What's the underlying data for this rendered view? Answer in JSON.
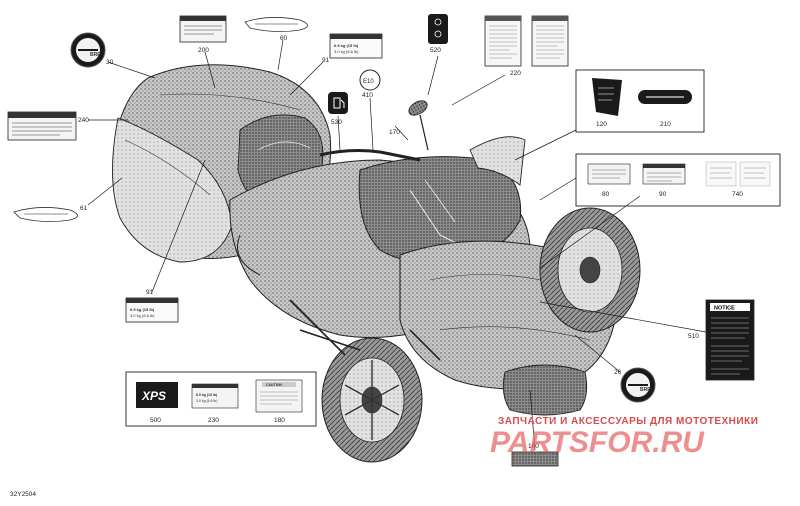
{
  "diagram": {
    "callouts": {
      "n30": "30",
      "n200": "200",
      "n60": "60",
      "n91a": "91",
      "n240": "240",
      "n61": "61",
      "n91b": "91",
      "n410": "410",
      "n530": "530",
      "n170": "170",
      "n520": "520",
      "n220": "220",
      "n120": "120",
      "n210": "210",
      "n80": "80",
      "n90": "90",
      "n740": "740",
      "n510": "510",
      "n26": "26",
      "n500": "500",
      "n230": "230",
      "n180": "180",
      "n160": "160"
    },
    "bubble_label": "E10",
    "spec_label": {
      "line1": "6.9 kg (15 lb)",
      "line2": "3.0 kg (6.6 lb)"
    },
    "spec_label_2": {
      "line1": "6.9 kg (15 lb)",
      "line2": "3.0 kg (6.6 lb)"
    },
    "spec_label_3": {
      "line1": "6.9 kg (15 lb)",
      "line2": "3.0 kg (6.6 lb)"
    },
    "brp_badge": "BRP",
    "brp_badge_2": "BRP",
    "xps_logo": "XPS",
    "notice_title": "NOTICE",
    "caution_title": "CAUTION",
    "diagram_code": "32Y2504"
  },
  "watermark": {
    "tagline": "ЗАПЧАСТИ И АКСЕССУАРЫ ДЛЯ МОТОТЕХНИКИ",
    "brand": "PARTSFOR.RU"
  },
  "colors": {
    "line": "#1a1a1a",
    "watermark": "#d94a4a"
  }
}
